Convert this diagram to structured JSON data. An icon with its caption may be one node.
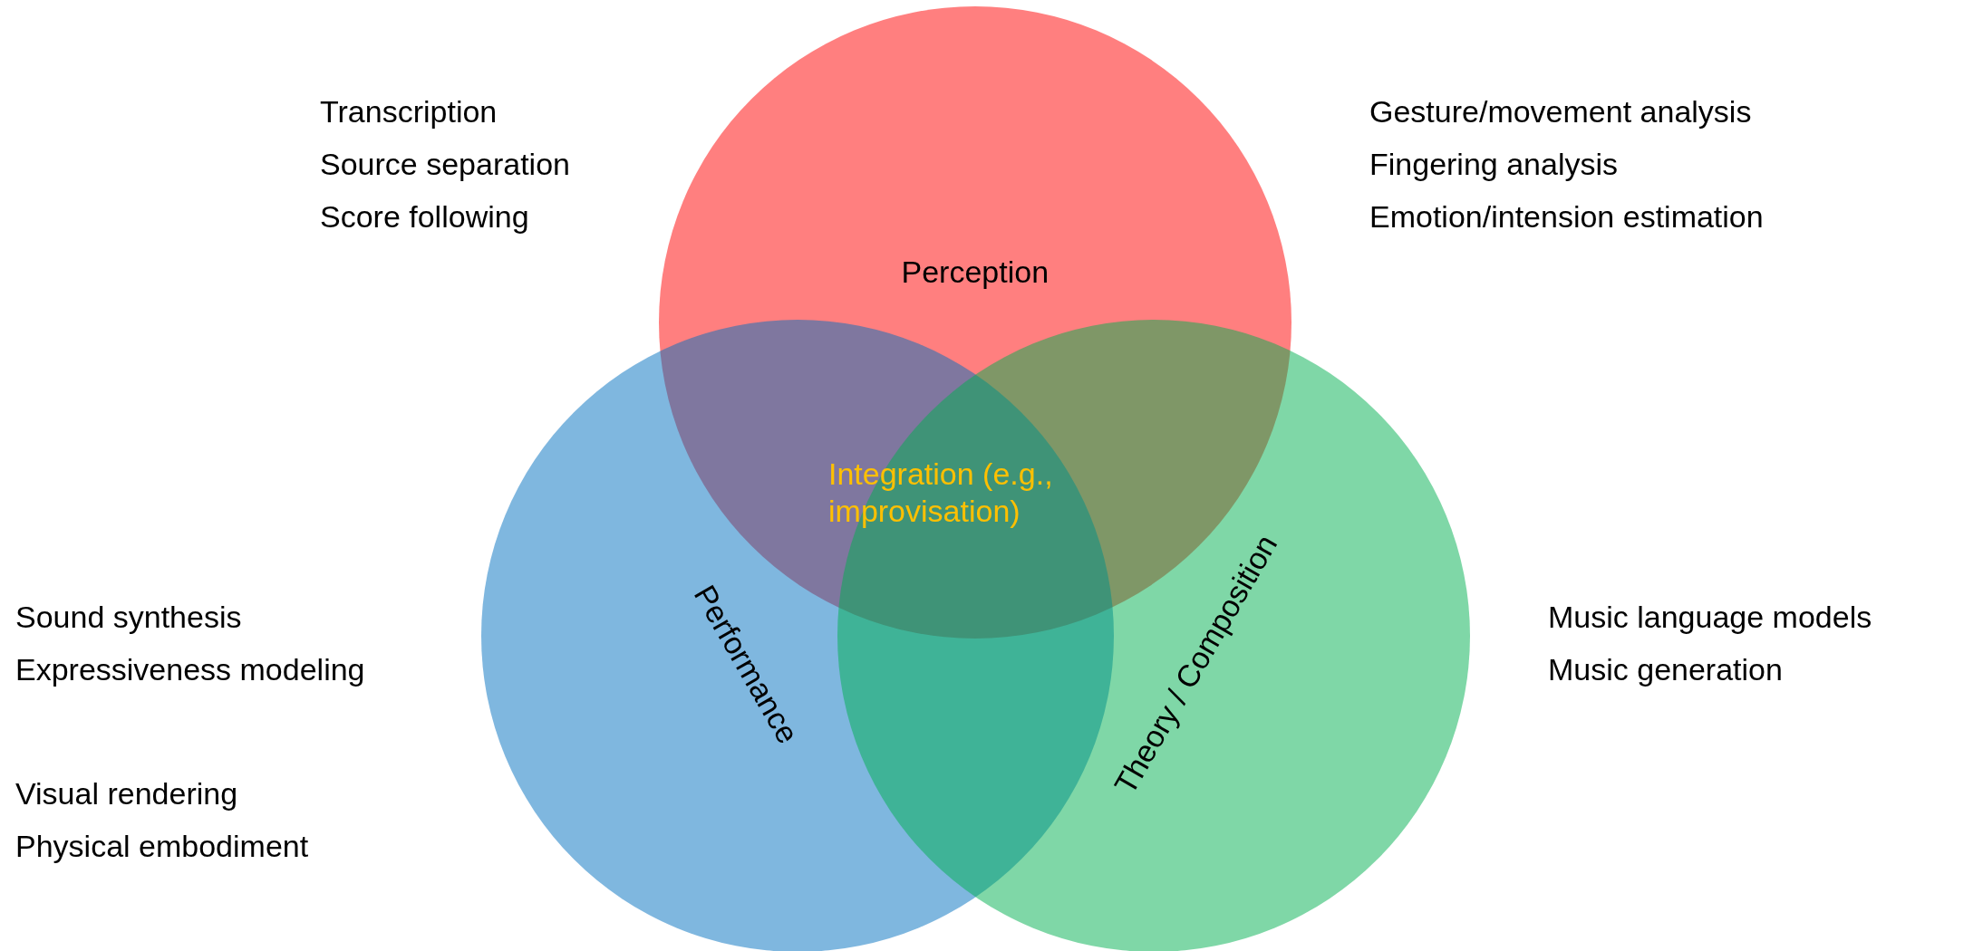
{
  "diagram": {
    "nodes": [
      {
        "text": [
          "Perception"
        ]
      },
      {
        "text": [
          "Performance"
        ]
      },
      {
        "text": [
          "Theory / Composition"
        ]
      }
    ],
    "labels": [
      "Transcription",
      "Source separation",
      "Score following",
      "Gesture/movement analysis",
      "Fingering analysis",
      "Emotion/intension estimation",
      "Integration (e.g., improvisation)",
      "Sound synthesis",
      "Expressiveness modeling",
      "Music language models",
      "Music generation",
      "Visual rendering",
      "Physical embodiment"
    ]
  }
}
